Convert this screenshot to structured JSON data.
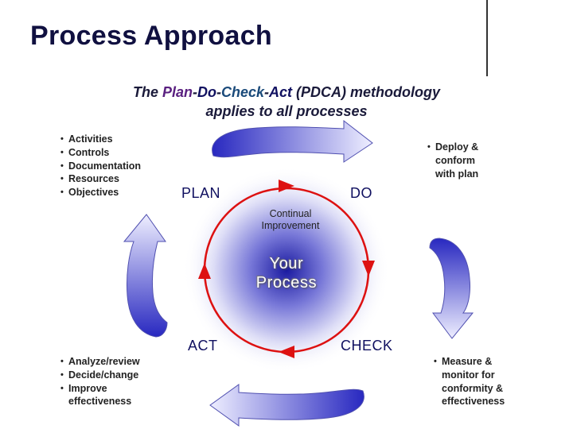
{
  "title": "Process Approach",
  "subtitle": {
    "part1": "The ",
    "plan": "Plan",
    "dash1": "-",
    "do": "Do",
    "dash2": "-",
    "check": "Check",
    "dash3": "-",
    "act": "Act",
    "rest": " (PDCA) methodology",
    "line2": "applies to all processes"
  },
  "plan_list": [
    "Activities",
    "Controls",
    "Documentation",
    "Resources",
    "Objectives"
  ],
  "do_list": [
    "Deploy &",
    "conform",
    "with plan"
  ],
  "act_list": [
    "Analyze/review",
    "Decide/change",
    "Improve",
    "effectiveness"
  ],
  "check_list": [
    "Measure &",
    "monitor for",
    "conformity &",
    "effectiveness"
  ],
  "labels": {
    "plan": "PLAN",
    "do": "DO",
    "check": "CHECK",
    "act": "ACT"
  },
  "center": {
    "continual_line1": "Continual",
    "continual_line2": "Improvement",
    "process_line1": "Your",
    "process_line2": "Process"
  },
  "colors": {
    "ring": "#dd1111",
    "arrow_dark": "#3030c8",
    "arrow_light": "#e8e8ff",
    "title": "#101040"
  }
}
